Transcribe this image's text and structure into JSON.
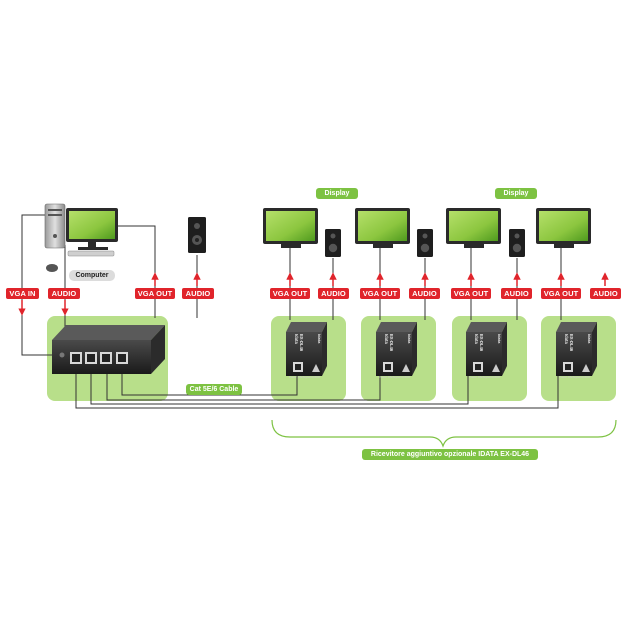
{
  "labels": {
    "vga_in": "VGA IN",
    "audio": "AUDIO",
    "vga_out": "VGA OUT",
    "computer": "Computer",
    "display": "Display",
    "cable": "Cat 5E/6 Cable",
    "receiver_note": "Ricevitore aggiuntivo opzionale IDATA EX-DL46"
  },
  "receiver_device": {
    "model": "EX-DL46",
    "brand": "Idata",
    "port_labels": "Power ON/Signal  AUDIO"
  },
  "colors": {
    "panel_green": "#b8df8a",
    "tag_red": "#e0242b",
    "tag_green": "#7dc242",
    "screen_green": "#8cc63f",
    "cable": "#555555"
  },
  "icons": [
    "computer-tower-icon",
    "monitor-icon",
    "speaker-icon",
    "transmitter-box-icon",
    "receiver-box-icon",
    "rj45-port-icon",
    "arrow-icon"
  ]
}
